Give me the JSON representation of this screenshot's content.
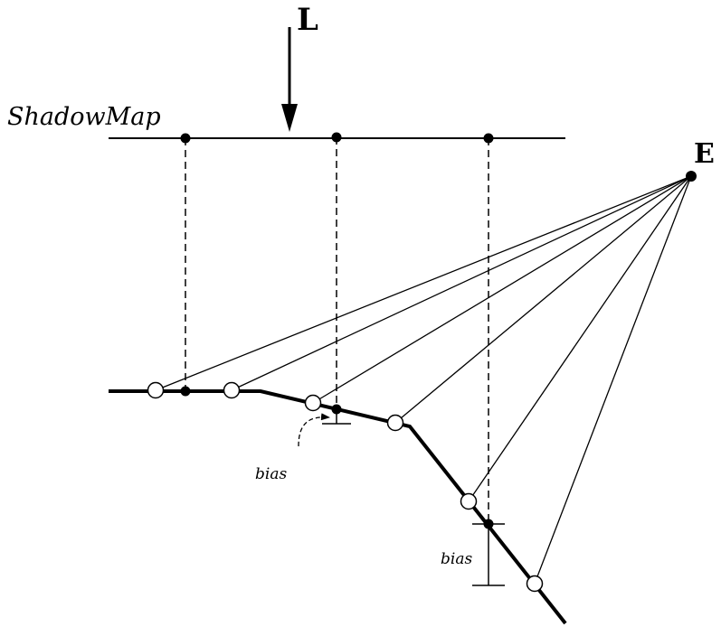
{
  "labels": {
    "light": "L",
    "eye": "E",
    "shadow_map": "ShadowMap",
    "bias_1": "bias",
    "bias_2": "bias"
  }
}
